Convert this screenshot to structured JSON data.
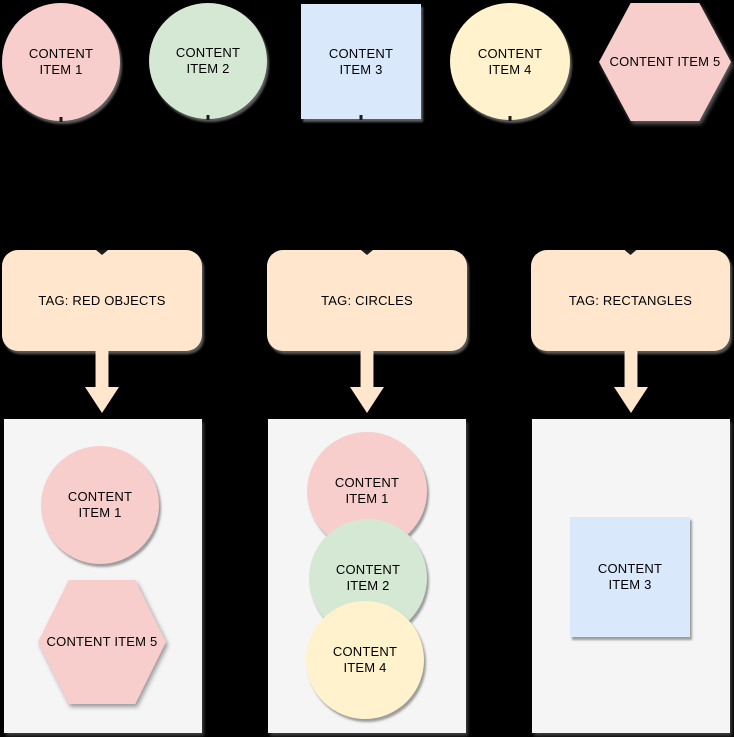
{
  "diagram": {
    "background_color": "#000000",
    "content_items": [
      {
        "label": "CONTENT ITEM 1",
        "shape": "circle",
        "fill": "#F8CECC"
      },
      {
        "label": "CONTENT ITEM 2",
        "shape": "circle",
        "fill": "#D5E8D4"
      },
      {
        "label": "CONTENT ITEM 3",
        "shape": "square",
        "fill": "#DAE8FC"
      },
      {
        "label": "CONTENT ITEM 4",
        "shape": "circle",
        "fill": "#FFF2CC"
      },
      {
        "label": "CONTENT ITEM 5",
        "shape": "hexagon",
        "fill": "#F8CECC"
      }
    ],
    "tags": [
      {
        "label": "TAG: RED OBJECTS"
      },
      {
        "label": "TAG: CIRCLES"
      },
      {
        "label": "TAG: RECTANGLES"
      }
    ],
    "groups": [
      {
        "tag": "TAG: RED OBJECTS",
        "items": [
          {
            "label": "CONTENT ITEM 1",
            "shape": "circle",
            "fill": "#F8CECC"
          },
          {
            "label": "CONTENT ITEM 5",
            "shape": "hexagon",
            "fill": "#F8CECC"
          }
        ]
      },
      {
        "tag": "TAG: CIRCLES",
        "items": [
          {
            "label": "CONTENT ITEM 1",
            "shape": "circle",
            "fill": "#F8CECC"
          },
          {
            "label": "CONTENT ITEM 2",
            "shape": "circle",
            "fill": "#D5E8D4"
          },
          {
            "label": "CONTENT ITEM 4",
            "shape": "circle",
            "fill": "#FFF2CC"
          }
        ]
      },
      {
        "tag": "TAG: RECTANGLES",
        "items": [
          {
            "label": "CONTENT ITEM 3",
            "shape": "square",
            "fill": "#DAE8FC"
          }
        ]
      }
    ],
    "colors": {
      "pink_fill": "#F8CECC",
      "green_fill": "#D5E8D4",
      "blue_fill": "#DAE8FC",
      "yellow_fill": "#FFF2CC",
      "tag_fill": "#FFE6CC",
      "group_fill": "#F5F5F5",
      "text": "#000000",
      "connector": "#1c1c1c",
      "shadow": "#7d7d7d"
    }
  }
}
